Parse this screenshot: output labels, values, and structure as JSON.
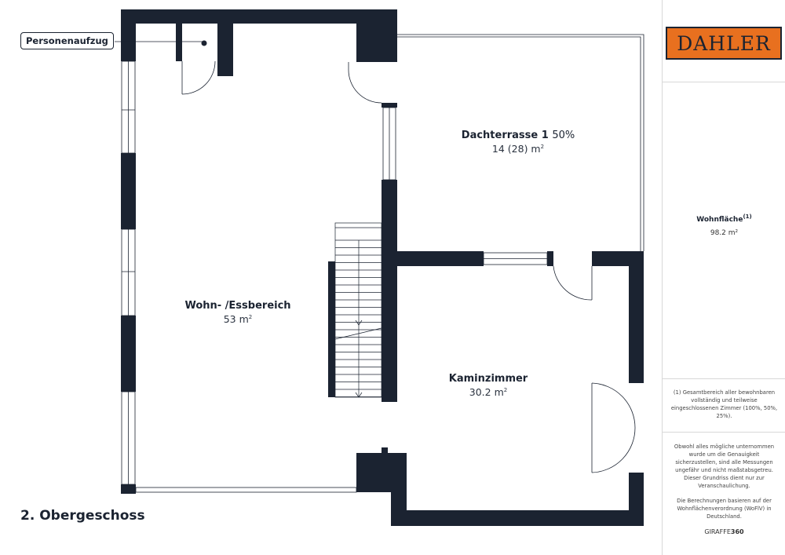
{
  "rooms": {
    "wohn": {
      "name": "Wohn- /Essbereich",
      "area": "53 m",
      "area_sup": "2"
    },
    "terrasse": {
      "name": "Dachterrasse 1",
      "percent": "50%",
      "area": "14 (28) m",
      "area_sup": "2"
    },
    "kamin": {
      "name": "Kaminzimmer",
      "area": "30.2 m",
      "area_sup": "2"
    }
  },
  "elevator_label": "Personenaufzug",
  "floor_title": "2. Obergeschoss",
  "sidebar": {
    "logo": "DAHLER",
    "wohnflaeche_label": "Wohnfläche",
    "wohnflaeche_sup": "(1)",
    "wohnflaeche_value": "98.2 m²",
    "note1": "(1) Gesamtbereich aller bewohnbaren vollständig und teilweise eingeschlossenen Zimmer (100%, 50%, 25%).",
    "note2": "Obwohl alles mögliche unternommen wurde um die Genauigkeit sicherzustellen, sind alle Messungen ungefähr und nicht maßstabsgetreu. Dieser Grundriss dient nur zur Veranschaulichung.",
    "note3": "Die Berechnungen basieren auf der Wohnflächenverordnung (WoFlV) in Deutschland.",
    "brand_prefix": "GIRAFFE",
    "brand_suffix": "360"
  },
  "colors": {
    "wall": "#1b2331",
    "accent": "#e8701f"
  }
}
